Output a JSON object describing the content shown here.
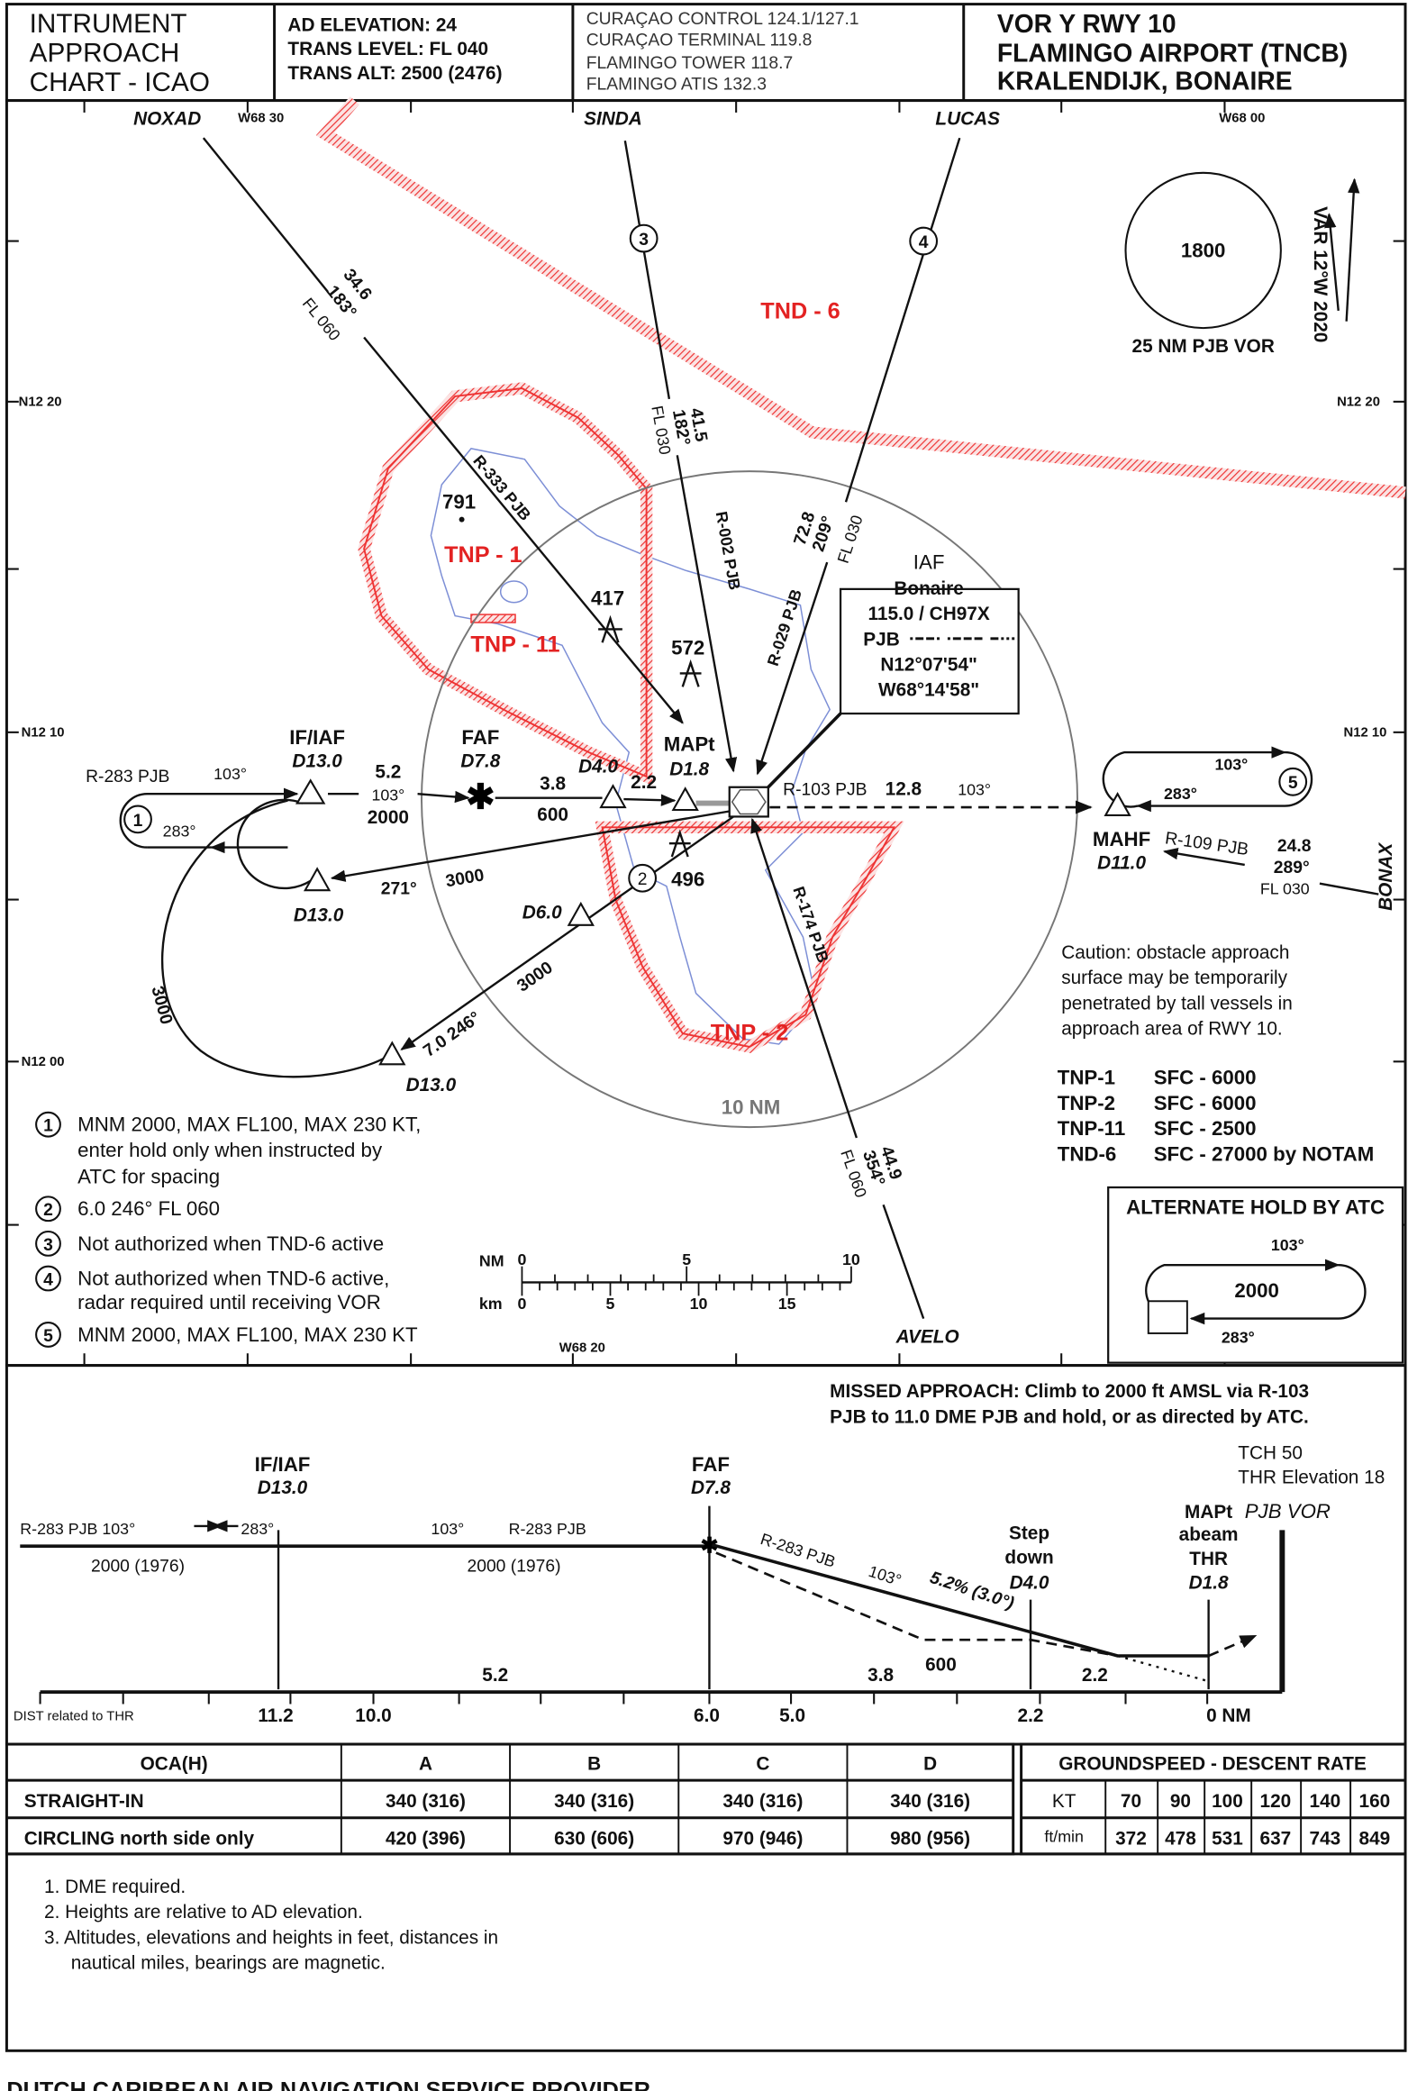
{
  "header": {
    "chart_type": [
      "INTRUMENT",
      "APPROACH",
      "CHART - ICAO"
    ],
    "ad_elevation": "AD ELEVATION: 24",
    "trans_level": "TRANS LEVEL: FL 040",
    "trans_alt": "TRANS ALT: 2500 (2476)",
    "frequencies": [
      "CURAÇAO CONTROL 124.1/127.1",
      "CURAÇAO TERMINAL 119.8",
      "FLAMINGO TOWER 118.7",
      "FLAMINGO ATIS 132.3"
    ],
    "procedure": "VOR Y RWY 10",
    "airport": "FLAMINGO AIRPORT (TNCB)",
    "location": "KRALENDIJK, BONAIRE"
  },
  "plan": {
    "colors": {
      "water": "#e8eefa",
      "land": "#ffffff",
      "restricted": "#e33333",
      "coast": "#7d8fd6"
    },
    "grid": {
      "w6830": "W68 30",
      "w6800": "W68 00",
      "w6820": "W68 20",
      "n1220": "N12 20",
      "n1210": "N12 10",
      "n1200": "N12 00"
    },
    "waypoints": {
      "noxad": "NOXAD",
      "sinda": "SINDA",
      "lucas": "LUCAS",
      "avelo": "AVELO",
      "bonax": "BONAX"
    },
    "arrivals": {
      "noxad": [
        "34.6",
        "183°",
        "FL 060"
      ],
      "sinda": [
        "41.5",
        "182°",
        "FL 030"
      ],
      "lucas": [
        "72.8",
        "209°",
        "FL 030"
      ],
      "avelo": [
        "44.9",
        "354°",
        "FL 060"
      ],
      "bonax": [
        "24.8",
        "289°",
        "FL 030"
      ]
    },
    "radials": {
      "r333": "R-333 PJB",
      "r002": "R-002 PJB",
      "r029": "R-029 PJB",
      "r174": "R-174 PJB",
      "r103": "R-103 PJB",
      "r109": "R-109 PJB",
      "r283": "R-283 PJB"
    },
    "airspaces": {
      "tnd6": "TND - 6",
      "tnp1": "TNP - 1",
      "tnp11": "TNP - 11",
      "tnp2": "TNP - 2"
    },
    "obstacles": [
      "791",
      "417",
      "572",
      "496"
    ],
    "msa": {
      "altitude": "1800",
      "label": "25 NM PJB VOR"
    },
    "variation": "VAR 12°W 2020",
    "ring_label": "10 NM",
    "navaid": {
      "role": "IAF",
      "name": "Bonaire",
      "frequency": "115.0 / CH97X",
      "ident": "PJB",
      "lat": "N12°07'54\"",
      "lon": "W68°14'58\""
    },
    "fixes": {
      "if_iaf": "IF/IAF",
      "if_iaf_dist": "D13.0",
      "faf": "FAF",
      "faf_dist": "D7.8",
      "d40": "D4.0",
      "mapt": "MAPt",
      "mapt_dist": "D1.8",
      "d130_a": "D13.0",
      "d130_b": "D13.0",
      "d60": "D6.0",
      "mahf": "MAHF",
      "mahf_dist": "D11.0"
    },
    "legs": {
      "hold1_in": "103°",
      "hold1_out": "283°",
      "if_faf_dist": "5.2",
      "if_faf_course": "103°",
      "if_faf_alt": "2000",
      "faf_d4_dist": "3.8",
      "faf_d4_alt": "600",
      "d4_mapt_dist": "2.2",
      "ma_dist": "12.8",
      "ma_course": "103°",
      "leg271_course": "271°",
      "leg271_alt": "3000",
      "leg246_alt": "3000",
      "leg246": "7.0 246°",
      "arc_alt": "3000",
      "hold5_in": "103°",
      "hold5_out": "283°"
    },
    "note_markers": [
      "1",
      "2",
      "3",
      "4",
      "5"
    ],
    "notes": [
      {
        "num": "1",
        "lines": [
          "MNM 2000, MAX FL100, MAX 230 KT,",
          "enter hold only when instructed by",
          "ATC for spacing"
        ]
      },
      {
        "num": "2",
        "lines": [
          "6.0 246° FL 060"
        ]
      },
      {
        "num": "3",
        "lines": [
          "Not authorized when TND-6 active"
        ]
      },
      {
        "num": "4",
        "lines": [
          "Not authorized when TND-6 active,",
          "radar required until receiving VOR"
        ]
      },
      {
        "num": "5",
        "lines": [
          "MNM 2000, MAX FL100, MAX 230 KT"
        ]
      }
    ],
    "caution": [
      "Caution: obstacle approach",
      "surface may be temporarily",
      "penetrated by tall vessels in",
      "approach area of RWY 10."
    ],
    "airspace_limits": [
      {
        "name": "TNP-1",
        "limits": "SFC - 6000"
      },
      {
        "name": "TNP-2",
        "limits": "SFC - 6000"
      },
      {
        "name": "TNP-11",
        "limits": "SFC - 2500"
      },
      {
        "name": "TND-6",
        "limits": "SFC - 27000 by NOTAM"
      }
    ],
    "alternate_hold": {
      "title": "ALTERNATE HOLD BY ATC",
      "inbound": "103°",
      "altitude": "2000",
      "outbound": "283°"
    },
    "scale": {
      "nm_label": "NM",
      "km_label": "km",
      "nm_ticks": [
        "0",
        "5",
        "10"
      ],
      "km_ticks": [
        "0",
        "5",
        "10",
        "15"
      ]
    }
  },
  "profile": {
    "missed_approach": [
      "MISSED APPROACH: Climb to 2000 ft AMSL via R-103",
      "PJB to 11.0 DME PJB and hold, or as directed by ATC."
    ],
    "if_iaf": "IF/IAF",
    "if_iaf_dist": "D13.0",
    "faf": "FAF",
    "faf_dist": "D7.8",
    "tch": "TCH 50",
    "thr_elev": "THR Elevation 18",
    "vor": "PJB VOR",
    "stepdown": [
      "Step",
      "down",
      "D4.0"
    ],
    "mapt": [
      "MAPt",
      "abeam",
      "THR",
      "D1.8"
    ],
    "inbound_left": "R-283 PJB  103°",
    "outbound_left": "283°",
    "mid_course": "103°",
    "mid_radial": "R-283 PJB",
    "alt_left": "2000 (1976)",
    "alt_mid": "2000 (1976)",
    "desc_radial": "R-283 PJB",
    "desc_course": "103°",
    "gradient": "5.2% (3.0°)",
    "stepdown_alt": "600",
    "seg1": "5.2",
    "seg2": "3.8",
    "seg3": "2.2",
    "dist_label": "DIST related to THR",
    "dist_ticks": [
      "11.2",
      "10.0",
      "6.0",
      "5.0",
      "2.2",
      "0 NM"
    ]
  },
  "minima": {
    "headers": [
      "OCA(H)",
      "A",
      "B",
      "C",
      "D"
    ],
    "rows": [
      [
        "STRAIGHT-IN",
        "340 (316)",
        "340 (316)",
        "340 (316)",
        "340 (316)"
      ],
      [
        "CIRCLING north side only",
        "420 (396)",
        "630 (606)",
        "970 (946)",
        "980 (956)"
      ]
    ]
  },
  "groundspeed": {
    "title": "GROUNDSPEED - DESCENT RATE",
    "kt_label": "KT",
    "speeds": [
      "70",
      "90",
      "100",
      "120",
      "140",
      "160"
    ],
    "rate_label": "ft/min",
    "rates": [
      "372",
      "478",
      "531",
      "637",
      "743",
      "849"
    ]
  },
  "footnotes": [
    "1. DME required.",
    "2. Heights are relative to AD elevation.",
    "3. Altitudes, elevations and heights in feet, distances in",
    "nautical miles, bearings are magnetic."
  ],
  "footer": "DUTCH CARIBBEAN AIR NAVIGATION SERVICE PROVIDER"
}
